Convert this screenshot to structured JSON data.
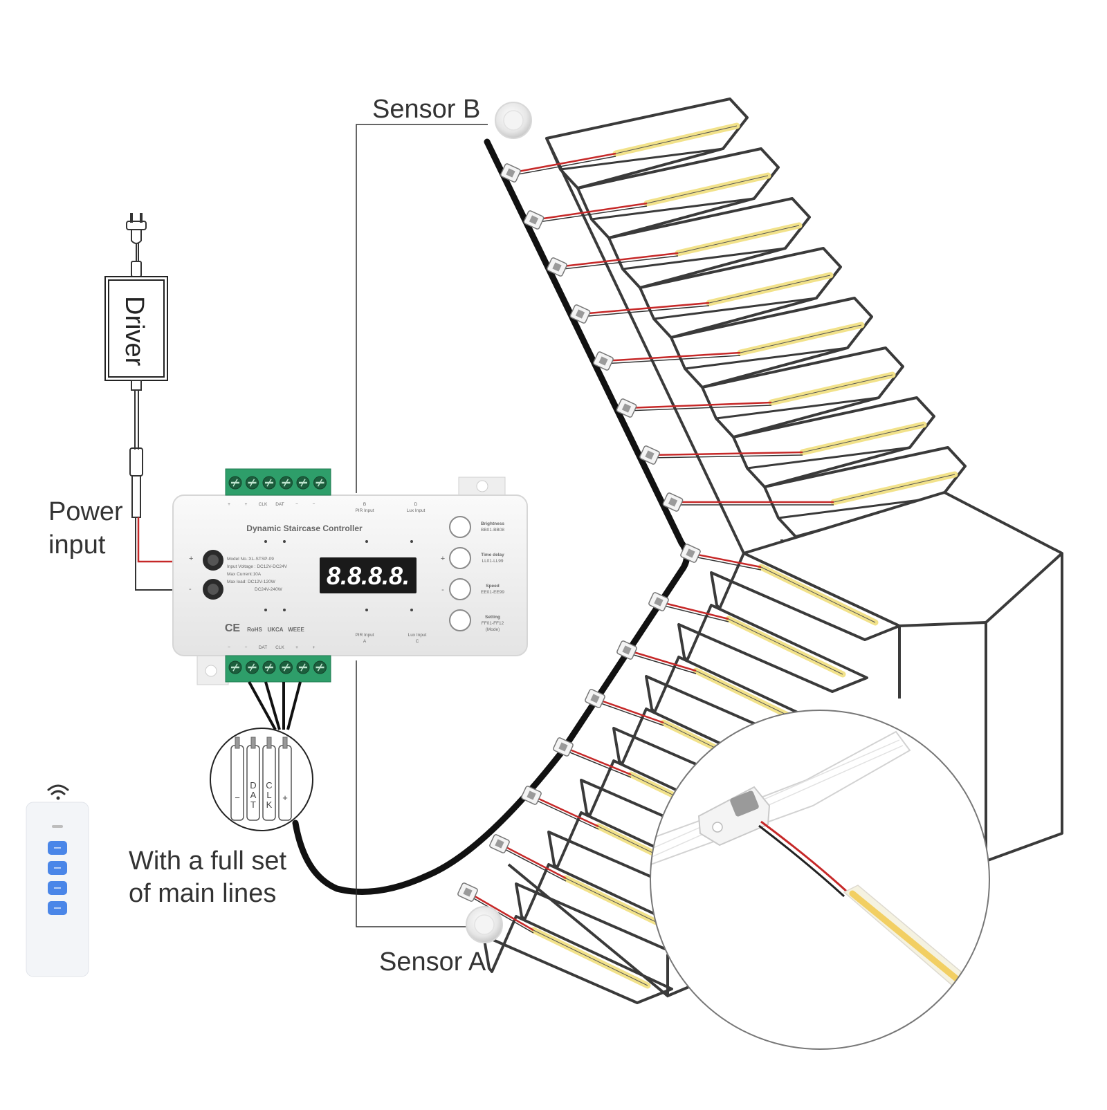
{
  "labels": {
    "sensor_b": "Sensor B",
    "sensor_a": "Sensor A",
    "driver": "Driver",
    "power_input_line1": "Power",
    "power_input_line2": "input",
    "main_lines_line1": "With a full set",
    "main_lines_line2": "of main lines"
  },
  "controller": {
    "title": "Dynamic Staircase Controller",
    "display": "8.8.8.8.",
    "specs": [
      "Model No.:XL-STSP-09",
      "Input Voltage : DC12V-DC24V",
      "Max Current:10A",
      "Max load: DC12V-120W",
      "DC24V-240W"
    ],
    "top_terminals": [
      "+",
      "+",
      "CLK",
      "DAT",
      "−",
      "−"
    ],
    "bottom_terminals": [
      "−",
      "−",
      "DAT",
      "CLK",
      "+",
      "+"
    ],
    "top_inputs": [
      {
        "line1": "B",
        "line2": "PIR Input"
      },
      {
        "line1": "D",
        "line2": "Lux Input"
      }
    ],
    "bottom_inputs": [
      {
        "line1": "PIR Input",
        "line2": "A"
      },
      {
        "line1": "Lux Input",
        "line2": "C"
      }
    ],
    "power_plus": "+",
    "power_minus": "-",
    "buttons": [
      {
        "name": "Brightness",
        "range": "BB01-BB08",
        "sign": ""
      },
      {
        "name": "Time delay",
        "range": "LL01-LL99",
        "sign": "+"
      },
      {
        "name": "Speed",
        "range": "EE01-EE99",
        "sign": "-"
      },
      {
        "name": "Setting",
        "range": "FF01-FF12",
        "extra": "(Mode)",
        "sign": ""
      }
    ],
    "certifications": [
      "CE",
      "RoHS",
      "UKCA",
      "WEEE"
    ]
  },
  "wire_labels": [
    "−",
    "DAT",
    "CLK",
    "+"
  ],
  "colors": {
    "line": "#333333",
    "cable": "#111111",
    "red_wire": "#c62828",
    "led_strip": "#f2e28a",
    "terminal_green": "#2e9e6a",
    "remote_button": "#4a86e8",
    "controller_body": "#f1f1f1"
  },
  "icons": [
    "plug-icon",
    "wifi-icon",
    "pir-sensor-icon",
    "connector-icon"
  ]
}
